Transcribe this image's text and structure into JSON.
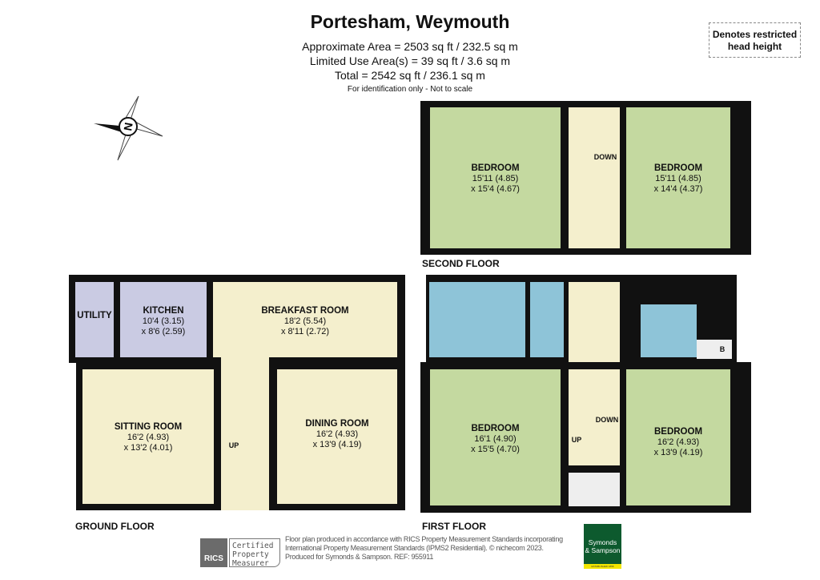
{
  "header": {
    "title": "Portesham, Weymouth",
    "area": "Approximate Area = 2503 sq ft / 232.5 sq m",
    "limited": "Limited Use Area(s) = 39 sq ft / 3.6 sq m",
    "total": "Total = 2542 sq ft / 236.1 sq m",
    "note": "For identification only - Not to scale"
  },
  "legend": {
    "restricted": "Denotes restricted head height"
  },
  "compass": {
    "letter": "N"
  },
  "ground_floor": {
    "label": "GROUND FLOOR",
    "rooms": [
      {
        "name": "UTILITY",
        "dim1": "",
        "dim2": ""
      },
      {
        "name": "KITCHEN",
        "dim1": "10'4 (3.15)",
        "dim2": "x 8'6 (2.59)"
      },
      {
        "name": "BREAKFAST ROOM",
        "dim1": "18'2 (5.54)",
        "dim2": "x 8'11 (2.72)"
      },
      {
        "name": "SITTING ROOM",
        "dim1": "16'2 (4.93)",
        "dim2": "x 13'2 (4.01)"
      },
      {
        "name": "DINING ROOM",
        "dim1": "16'2 (4.93)",
        "dim2": "x 13'9 (4.19)"
      }
    ],
    "stairs": "UP"
  },
  "second_floor": {
    "label": "SECOND FLOOR",
    "rooms": [
      {
        "name": "BEDROOM",
        "dim1": "15'11 (4.85)",
        "dim2": "x 15'4 (4.67)"
      },
      {
        "name": "BEDROOM",
        "dim1": "15'11 (4.85)",
        "dim2": "x 14'4 (4.37)"
      }
    ],
    "stairs": "DOWN"
  },
  "first_floor": {
    "label": "FIRST FLOOR",
    "rooms": [
      {
        "name": "BEDROOM",
        "dim1": "16'1 (4.90)",
        "dim2": "x 15'5 (4.70)"
      },
      {
        "name": "BEDROOM",
        "dim1": "16'2 (4.93)",
        "dim2": "x 13'9 (4.19)"
      }
    ],
    "stairs_up": "UP",
    "stairs_down": "DOWN",
    "boiler": "B"
  },
  "footer": {
    "rics": "RICS",
    "certified": [
      "Certified",
      "Property",
      "Measurer"
    ],
    "line1": "Floor plan produced in accordance with RICS Property Measurement Standards incorporating",
    "line2": "International Property Measurement Standards (IPMS2 Residential).   © nichecom 2023.",
    "line3": "Produced for Symonds & Sampson.   REF:  955911",
    "brand1": "Symonds",
    "brand2": "& Sampson",
    "brand_tag": "ESTABLISHED 1858",
    "brand_color": "#0d5a2e",
    "brand_accent": "#f2e600"
  },
  "colors": {
    "bedroom": "#c4d9a0",
    "living": "#f4efcd",
    "kitchen": "#cacbe3",
    "bathroom": "#8ec4d8"
  }
}
